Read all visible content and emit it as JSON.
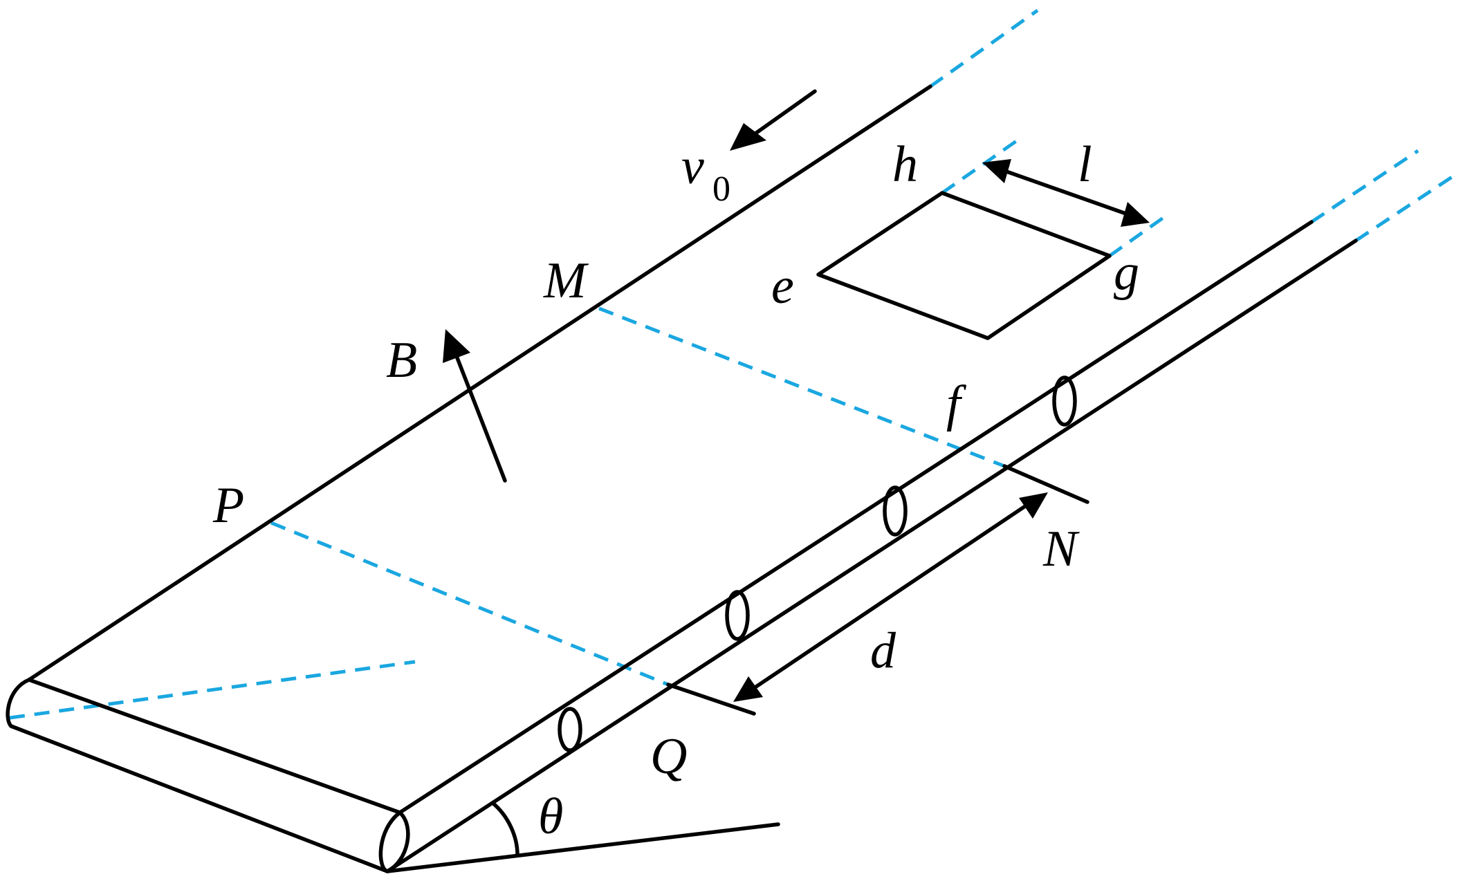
{
  "diagram": {
    "labels": {
      "v": "v",
      "v_subscript": "0",
      "h": "h",
      "l": "l",
      "M": "M",
      "e": "e",
      "g": "g",
      "B": "B",
      "f": "f",
      "P": "P",
      "N": "N",
      "d": "d",
      "Q": "Q",
      "theta": "θ"
    },
    "colors": {
      "line": "#000000",
      "dashed_boundary": "#1aa7e0"
    }
  }
}
